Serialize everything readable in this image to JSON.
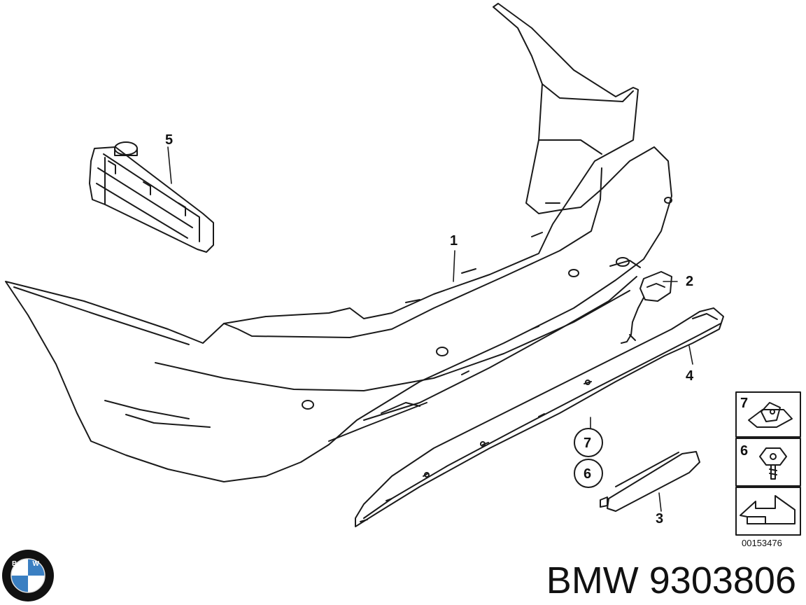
{
  "callouts": {
    "c1": "1",
    "c2": "2",
    "c3": "3",
    "c4": "4",
    "c5": "5",
    "circle7": "7",
    "circle6": "6",
    "legend7": "7",
    "legend6": "6"
  },
  "diagram_ref": "00153476",
  "logo_letters": "BMW",
  "title": "BMW 9303806",
  "colors": {
    "line": "#1a1a1a",
    "background": "#ffffff",
    "logo_blue": "#3a7fc2",
    "logo_ring": "#111111"
  }
}
